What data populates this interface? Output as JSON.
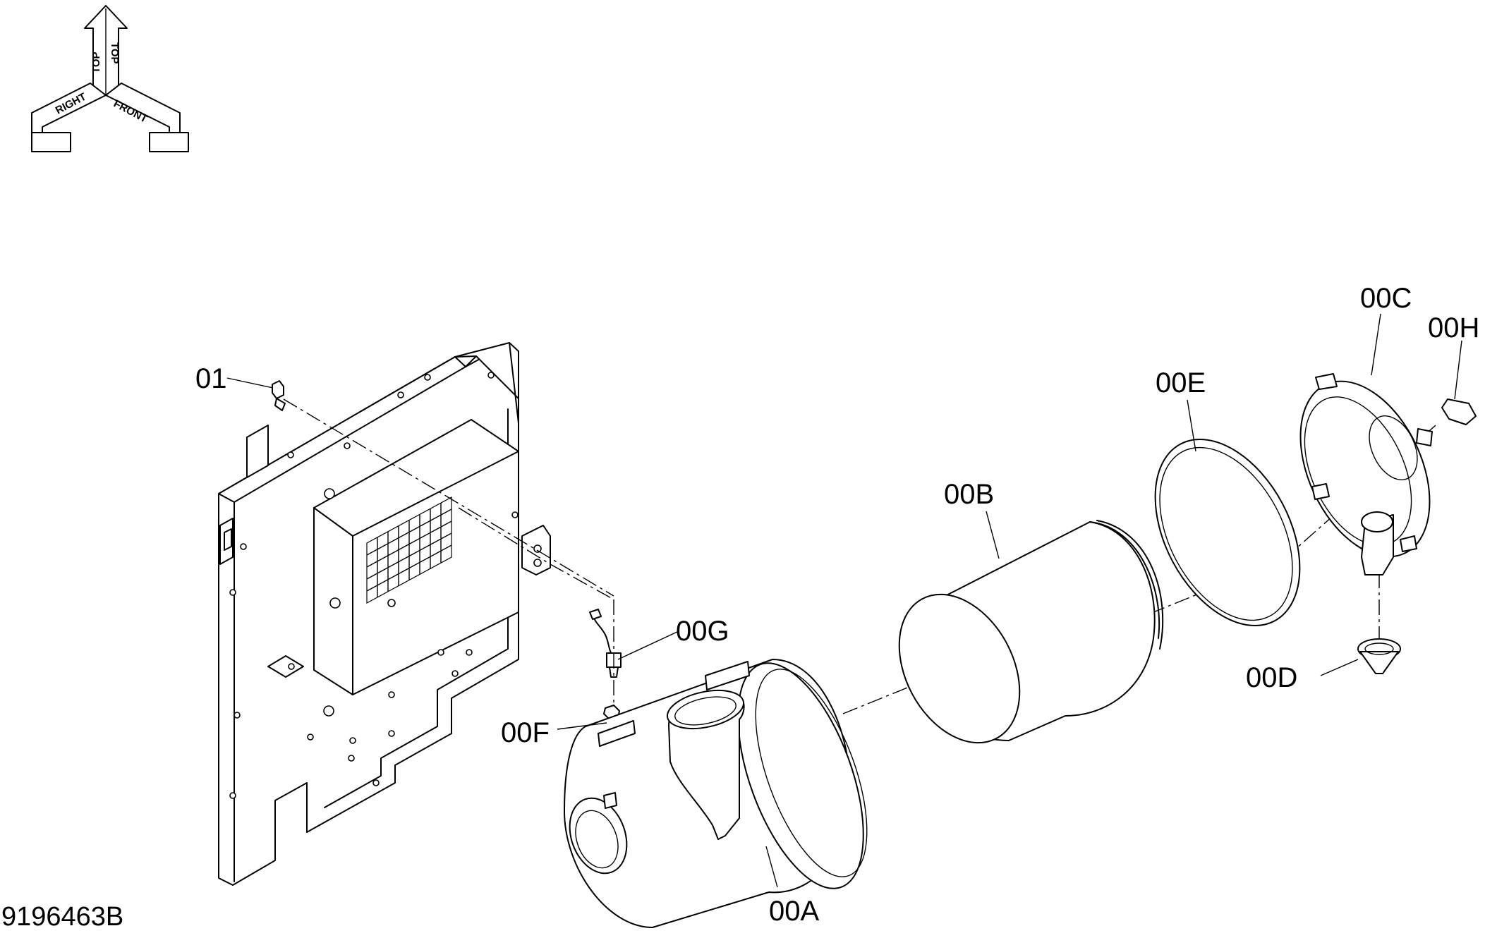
{
  "drawing": {
    "document_number": "9196463B",
    "orientation_labels": {
      "top": "TOP",
      "right": "RIGHT",
      "front": "FRONT"
    },
    "callouts": [
      {
        "id": "01"
      },
      {
        "id": "00A"
      },
      {
        "id": "00B"
      },
      {
        "id": "00C"
      },
      {
        "id": "00D"
      },
      {
        "id": "00E"
      },
      {
        "id": "00F"
      },
      {
        "id": "00G"
      },
      {
        "id": "00H"
      }
    ]
  }
}
